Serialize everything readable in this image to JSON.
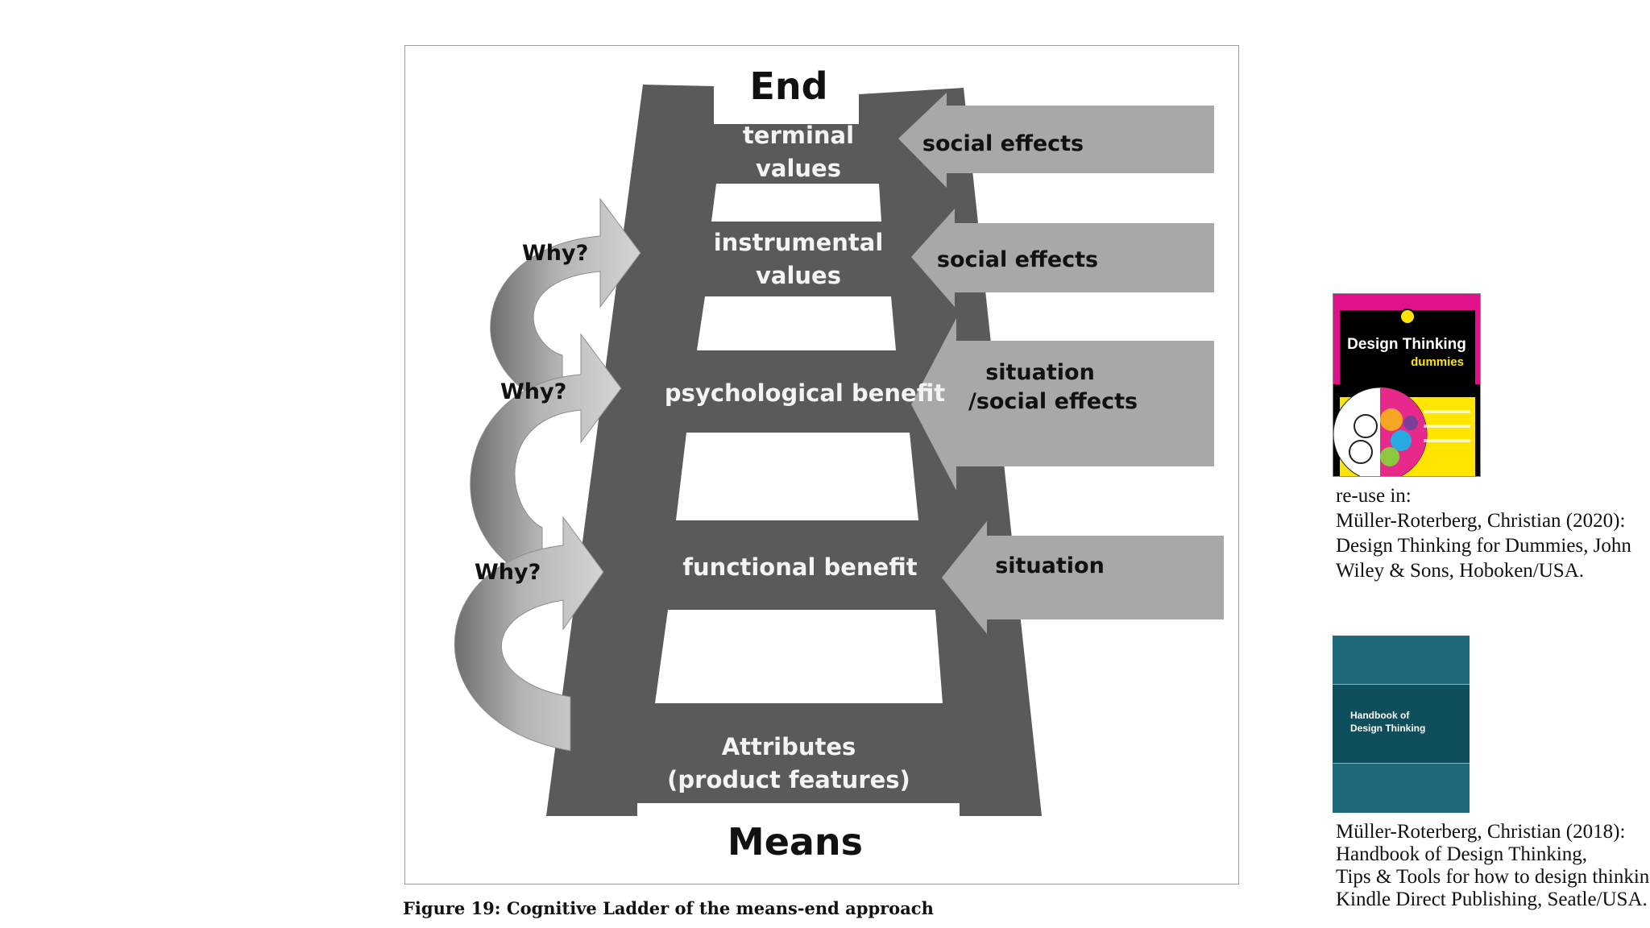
{
  "diagram": {
    "end_label": "End",
    "means_label": "Means",
    "levels": [
      {
        "line1": "terminal",
        "line2": "values"
      },
      {
        "line1": "instrumental",
        "line2": "values"
      },
      {
        "line1": "psychological benefit",
        "line2": ""
      },
      {
        "line1": "functional benefit",
        "line2": ""
      },
      {
        "line1": "Attributes",
        "line2": "(product features)"
      }
    ],
    "why_label": "Why?",
    "right_arrows": [
      {
        "line1": "social effects",
        "line2": ""
      },
      {
        "line1": "social effects",
        "line2": ""
      },
      {
        "line1": "situation",
        "line2": "/social effects"
      },
      {
        "line1": "situation",
        "line2": ""
      }
    ],
    "colors": {
      "ladder": "#5a5a5a",
      "arrow": "#a8a8a8"
    }
  },
  "caption": "Figure 19: Cognitive Ladder of the means-end approach",
  "references": [
    {
      "book_title": "Design Thinking",
      "book_series": "dummies",
      "lines": [
        "re-use in:",
        "Müller-Roterberg, Christian (2020):",
        "Design Thinking for Dummies, John",
        "Wiley & Sons, Hoboken/USA."
      ]
    },
    {
      "book_title_line1": "Handbook of",
      "book_title_line2": "Design Thinking",
      "lines": [
        "Müller-Roterberg, Christian (2018):",
        "Handbook of Design Thinking,",
        "Tips & Tools for how to design thinking,",
        "Kindle Direct Publishing, Seatle/USA."
      ]
    }
  ]
}
